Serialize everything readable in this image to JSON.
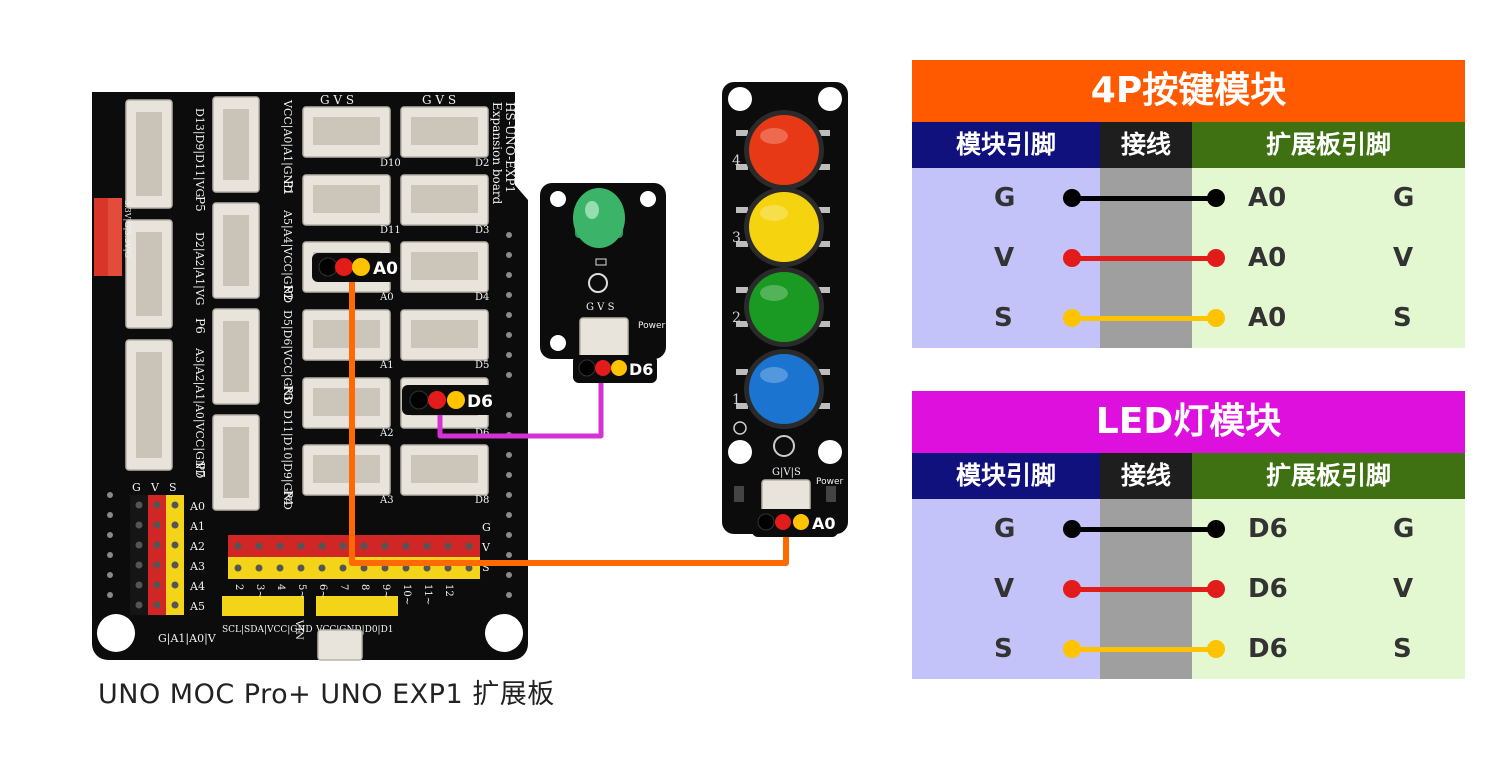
{
  "colors": {
    "button_title": "#ff5a00",
    "led_title": "#dd10dd",
    "wire_black": "#000000",
    "wire_red": "#e21b1b",
    "wire_yellow": "#ffc300",
    "wire_orange": "#ff6a00",
    "wire_magenta": "#d433d4"
  },
  "caption": "UNO MOC Pro+ UNO EXP1 扩展板",
  "board": {
    "name_line1": "HS-UNO-EXP1",
    "name_line2": "Expansion board",
    "gvs": "G V S",
    "labels": {
      "d13": "D13|D9|D11|VG",
      "d2a2": "D2|A2|A1|VG",
      "a3a2": "A3|A2|A1|A0|VCC|GND",
      "vcca0": "VCC|A0|A1|GND",
      "a5a4": "A5|A4|VCC|GND",
      "d5d6": "D5|D6|VCC|GND",
      "d11d10": "D11|D10|D9|GND",
      "p1": "P1",
      "p2": "P2",
      "p3": "P3",
      "p4": "P4",
      "p5": "P5",
      "p6": "P6",
      "p7": "P7",
      "d10": "D10",
      "d11": "D11",
      "d2": "D2",
      "d3": "D3",
      "d4": "D4",
      "d5": "D5",
      "d6": "D6",
      "d8": "D8",
      "a0": "A0",
      "a1": "A1",
      "a2": "A2",
      "a3": "A3",
      "a4": "A4",
      "a5": "A5",
      "g33": "3.3V|G|3.3V|G",
      "bottom_g": "G|A1|A0|V",
      "i2c": "SCL|SDA|VCC|GND",
      "uart": "VCC|GND|D0|D1",
      "vin": "VIN",
      "g": "G",
      "v": "V",
      "s": "S",
      "numbers": [
        "2",
        "3~",
        "4",
        "5~",
        "6~",
        "7",
        "8",
        "9~",
        "10~",
        "11~",
        "12"
      ]
    },
    "tag_a0": "A0",
    "tag_d6": "D6"
  },
  "led_module": {
    "gvs": "G V S",
    "power": "Power",
    "tag": "D6"
  },
  "button_module": {
    "numbers": [
      "4",
      "3",
      "2",
      "1"
    ],
    "power": "Power",
    "gvs": "G|V|S",
    "tag": "A0",
    "buttons": [
      {
        "color": "#e73915"
      },
      {
        "color": "#f5d30f"
      },
      {
        "color": "#1a9a22"
      },
      {
        "color": "#1a74d0"
      }
    ]
  },
  "tables": [
    {
      "title": "4P按键模块",
      "title_color": "#ff5a00",
      "headers": {
        "module": "模块引脚",
        "wire": "接线",
        "board": "扩展板引脚"
      },
      "rows": [
        {
          "pin": "G",
          "port": "A0",
          "signal": "G",
          "wire_color": "#000000"
        },
        {
          "pin": "V",
          "port": "A0",
          "signal": "V",
          "wire_color": "#e21b1b"
        },
        {
          "pin": "S",
          "port": "A0",
          "signal": "S",
          "wire_color": "#ffc300"
        }
      ]
    },
    {
      "title": "LED灯模块",
      "title_color": "#dd10dd",
      "headers": {
        "module": "模块引脚",
        "wire": "接线",
        "board": "扩展板引脚"
      },
      "rows": [
        {
          "pin": "G",
          "port": "D6",
          "signal": "G",
          "wire_color": "#000000"
        },
        {
          "pin": "V",
          "port": "D6",
          "signal": "V",
          "wire_color": "#e21b1b"
        },
        {
          "pin": "S",
          "port": "D6",
          "signal": "S",
          "wire_color": "#ffc300"
        }
      ]
    }
  ]
}
